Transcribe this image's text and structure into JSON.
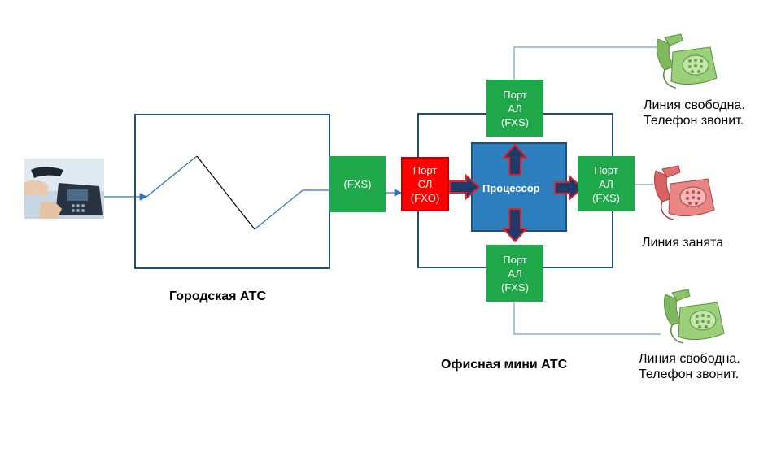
{
  "city_exchange": {
    "label": "Городская АТС",
    "out_port": "(FXS)"
  },
  "office_pbx": {
    "label": "Офисная мини  АТС",
    "trunk_port": [
      "Порт",
      "СЛ",
      "(FXO)"
    ],
    "processor": "Процессор",
    "port_top": [
      "Порт",
      "АЛ",
      "(FXS)"
    ],
    "port_right": [
      "Порт",
      "АЛ",
      "(FXS)"
    ],
    "port_bottom": [
      "Порт",
      "АЛ",
      "(FXS)"
    ]
  },
  "lines": {
    "top": [
      "Линия  свободна.",
      "Телефон звонит."
    ],
    "middle": [
      "Линия  занята"
    ],
    "bottom": [
      "Линия  свободна.",
      "Телефон звонит."
    ]
  },
  "colors": {
    "fxs_port": "#1ea84a",
    "fxo_port": "#ff0000",
    "processor": "#2e7fc0",
    "frame": "#1f4e79",
    "phone_free": "#8cc66a",
    "phone_busy": "#e07070"
  }
}
